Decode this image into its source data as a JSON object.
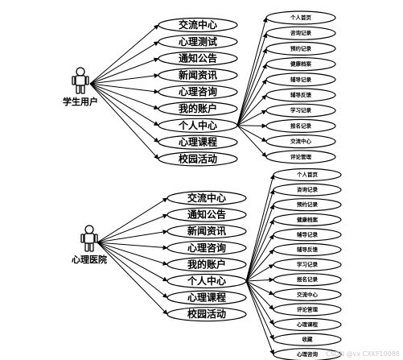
{
  "diagrams": [
    {
      "actor": "学生用户",
      "use_cases": [
        "交流中心",
        "心理测试",
        "通知公告",
        "新闻资讯",
        "心理咨询",
        "我的账户",
        "个人中心",
        "心理课程",
        "校园活动"
      ],
      "hub": "个人中心",
      "sub_cases": [
        "个人首页",
        "咨询记录",
        "预约记录",
        "健康档案",
        "辅导记录",
        "辅导反馈",
        "学习记录",
        "报名记录",
        "交流中心",
        "评论管理"
      ]
    },
    {
      "actor": "心理医院",
      "use_cases": [
        "交流中心",
        "通知公告",
        "新闻资讯",
        "心理咨询",
        "我的账户",
        "个人中心",
        "心理课程",
        "校园活动"
      ],
      "hub": "个人中心",
      "sub_cases": [
        "个人首页",
        "咨询记录",
        "预约记录",
        "健康档案",
        "辅导记录",
        "辅导反馈",
        "学习记录",
        "报名记录",
        "交流中心",
        "评论管理",
        "心理课程",
        "收藏",
        "心理咨询"
      ]
    }
  ],
  "watermark": "CSDN @vx CXKF10088"
}
